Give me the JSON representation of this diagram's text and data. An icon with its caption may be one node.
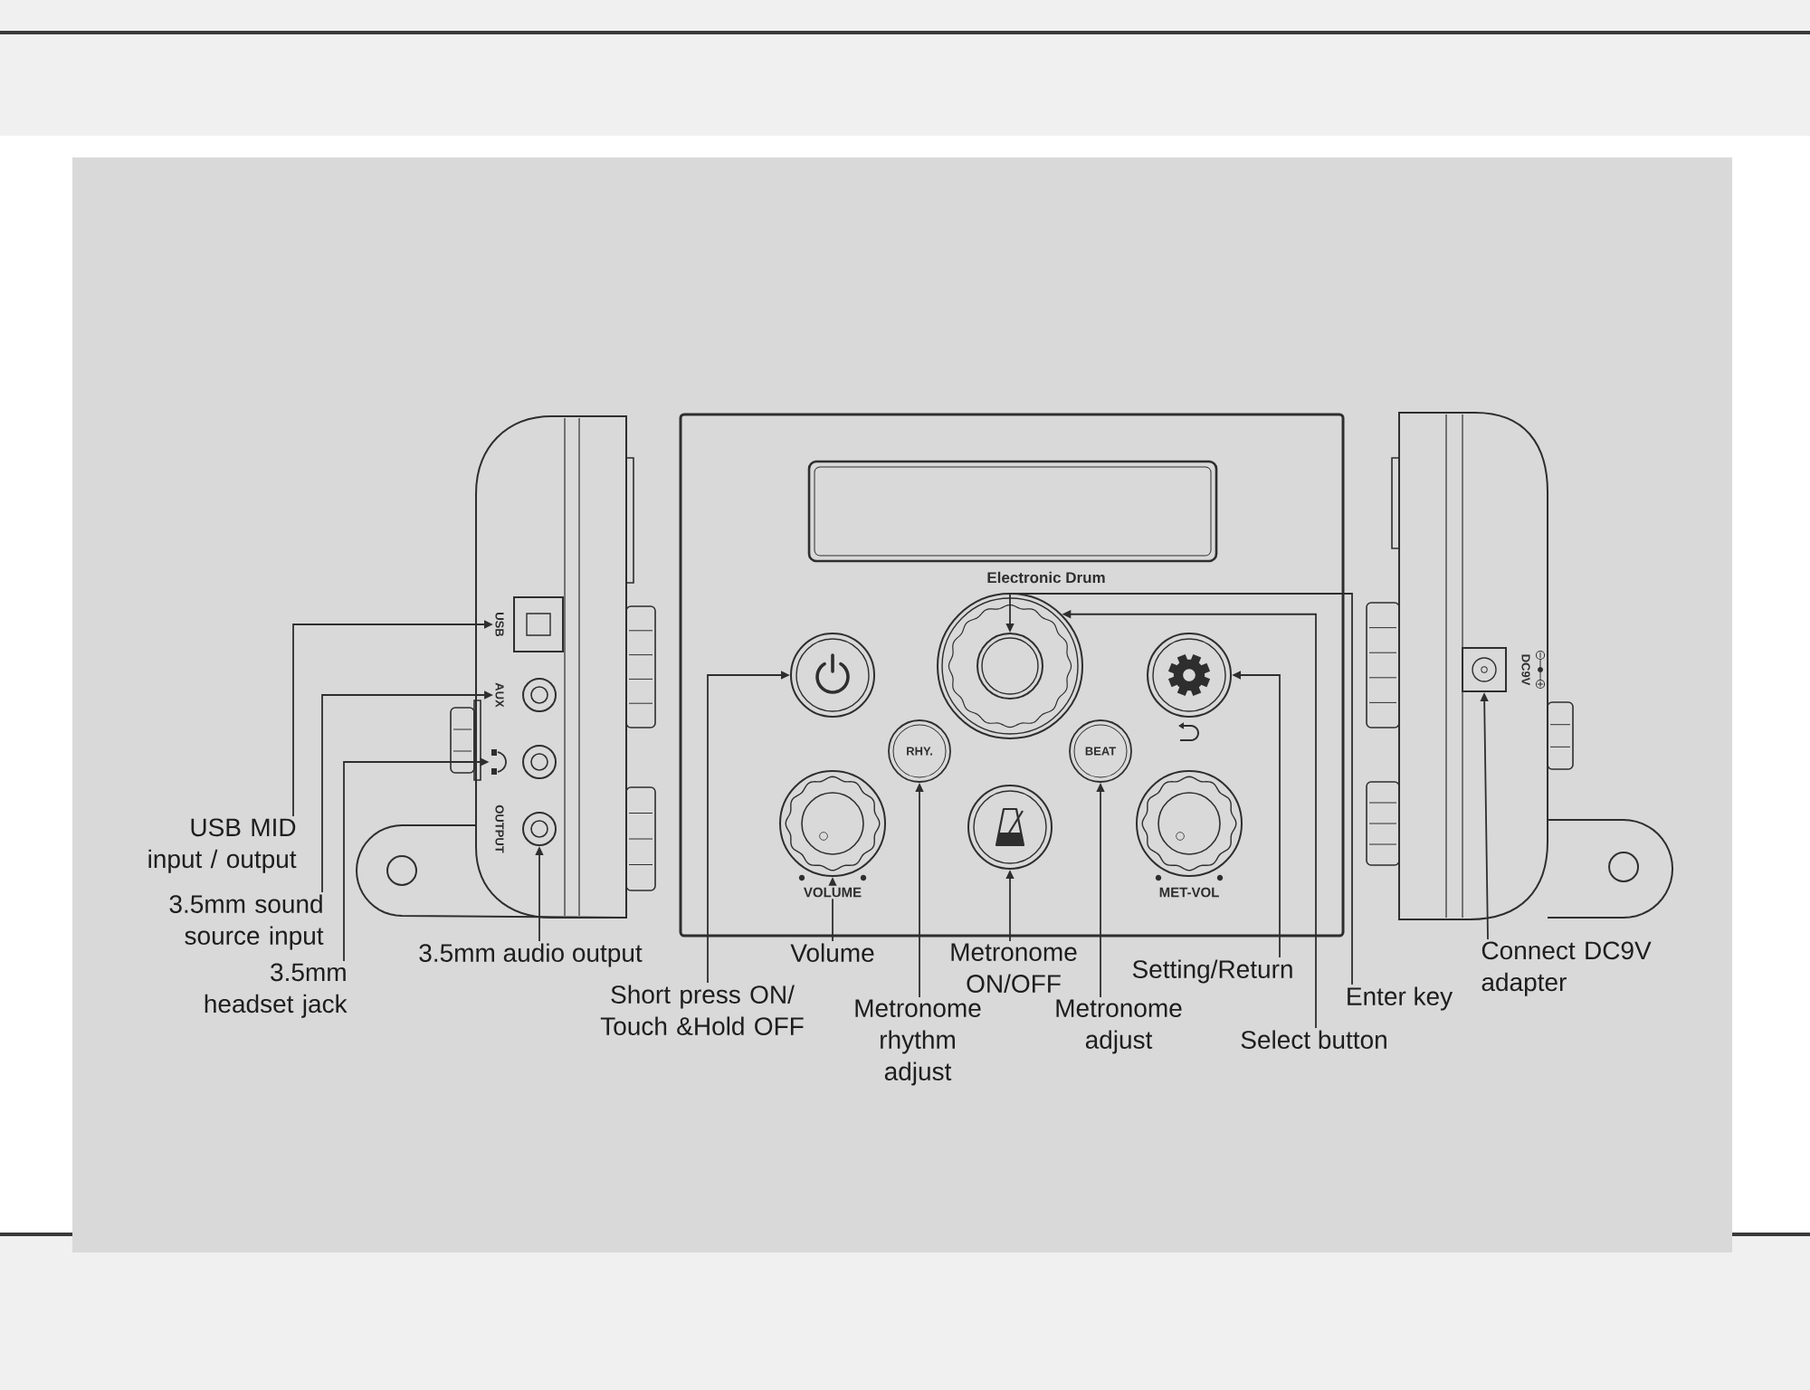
{
  "diagram": {
    "nodes": [
      {
        "text": [
          "Electronic Drum"
        ]
      },
      {
        "text": [],
        "shape": "circle",
        "in": 0
      },
      {
        "text": [],
        "shape": "circle",
        "in": 0
      },
      {
        "text": [],
        "shape": "circle",
        "in": 2
      },
      {
        "text": [],
        "shape": "circle",
        "in": 0
      },
      {
        "text": [
          "RHY."
        ],
        "in": 0
      },
      {
        "text": [
          "BEAT"
        ],
        "in": 0
      },
      {
        "text": [],
        "shape": "circle",
        "in": 0,
        "beside": [
          "VOLUME"
        ]
      },
      {
        "text": [],
        "shape": "circle",
        "in": 0
      },
      {
        "text": [],
        "shape": "circle",
        "in": 0,
        "beside": [
          "MET-VOL"
        ]
      },
      {
        "text": [
          "USB"
        ]
      },
      {
        "text": [
          "AUX"
        ]
      },
      {
        "text": [],
        "shape": "picture"
      },
      {
        "text": [],
        "shape": "circle",
        "beside": [
          "OUTPUT"
        ]
      },
      {
        "text": [],
        "shape": "box",
        "beside": [
          "DC9V"
        ]
      },
      {
        "text": [],
        "shape": "box"
      },
      {
        "text": [],
        "shape": "circle"
      },
      {
        "text": [],
        "shape": "circle"
      },
      {
        "text": [],
        "shape": "circle"
      },
      {
        "text": [],
        "shape": "circle"
      },
      {
        "text": [
          "USB MID input / output"
        ]
      },
      {
        "text": [
          "3.5mm sound source input"
        ]
      },
      {
        "text": [
          "3.5mm headset jack"
        ]
      },
      {
        "text": [
          "3.5mm audio output"
        ]
      },
      {
        "text": [
          "Short press ON/ Touch &Hold OFF"
        ]
      },
      {
        "text": [
          "Volume"
        ]
      },
      {
        "text": [
          "Metronome ON/OFF"
        ]
      },
      {
        "text": [
          "Metronome rhythm adjust"
        ]
      },
      {
        "text": [
          "Metronome adjust"
        ]
      },
      {
        "text": [
          "Setting/Return"
        ]
      },
      {
        "text": [
          "Select button"
        ]
      },
      {
        "text": [
          "Enter key"
        ]
      },
      {
        "text": [
          "Connect DC9V adapter"
        ]
      }
    ],
    "edges": [
      {
        "from": 20,
        "to": 10,
        "arrow": "to"
      },
      {
        "from": 21,
        "to": 11,
        "arrow": "to"
      },
      {
        "from": 22,
        "to": 12,
        "arrow": "to"
      },
      {
        "from": 23,
        "to": 13,
        "arrow": "to"
      },
      {
        "from": 24,
        "to": 1,
        "arrow": "to"
      },
      {
        "from": 25,
        "to": 7,
        "arrow": "to"
      },
      {
        "from": 26,
        "to": 8,
        "arrow": "to"
      },
      {
        "from": 27,
        "to": 5,
        "arrow": "to"
      },
      {
        "from": 28,
        "to": 6,
        "arrow": "to"
      },
      {
        "from": 29,
        "to": 4,
        "arrow": "to"
      },
      {
        "from": 30,
        "to": 2,
        "arrow": "to"
      },
      {
        "from": 31,
        "to": 3,
        "arrow": "to"
      },
      {
        "from": 32,
        "to": 14,
        "arrow": "to"
      }
    ]
  }
}
